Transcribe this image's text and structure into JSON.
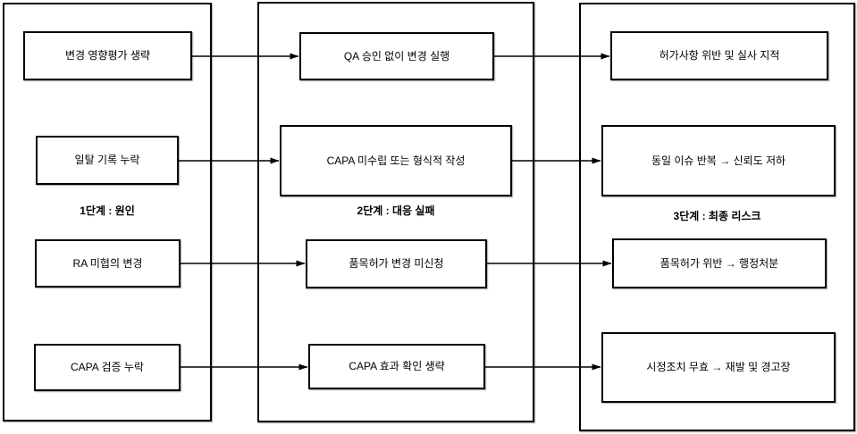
{
  "diagram": {
    "stage1": {
      "label": "1단계 : 원인",
      "boxes": [
        "변경 영향평가 생략",
        "일탈 기록 누락",
        "RA 미협의 변경",
        "CAPA 검증 누락"
      ]
    },
    "stage2": {
      "label": "2단계 : 대응 실패",
      "boxes": [
        "QA 승인 없이 변경 실행",
        "CAPA 미수립 또는 형식적 작성",
        "품목허가 변경 미신청",
        "CAPA 효과 확인 생략"
      ]
    },
    "stage3": {
      "label": "3단계 : 최종 리스크",
      "boxes": [
        "허가사항 위반 및 실사 지적",
        "동일 이슈 반복 → 신뢰도 저하",
        "품목허가 위반 → 행정처분",
        "시정조치 무효 → 재발 및 경고장"
      ]
    },
    "connections": [
      {
        "from": "stage1.boxes.0",
        "to": "stage2.boxes.0"
      },
      {
        "from": "stage1.boxes.1",
        "to": "stage2.boxes.1"
      },
      {
        "from": "stage1.boxes.2",
        "to": "stage2.boxes.2"
      },
      {
        "from": "stage1.boxes.3",
        "to": "stage2.boxes.3"
      },
      {
        "from": "stage2.boxes.0",
        "to": "stage3.boxes.0"
      },
      {
        "from": "stage2.boxes.1",
        "to": "stage3.boxes.1"
      },
      {
        "from": "stage2.boxes.2",
        "to": "stage3.boxes.2"
      },
      {
        "from": "stage2.boxes.3",
        "to": "stage3.boxes.3"
      }
    ],
    "colors": {
      "stroke": "#000000",
      "background": "#ffffff"
    }
  }
}
